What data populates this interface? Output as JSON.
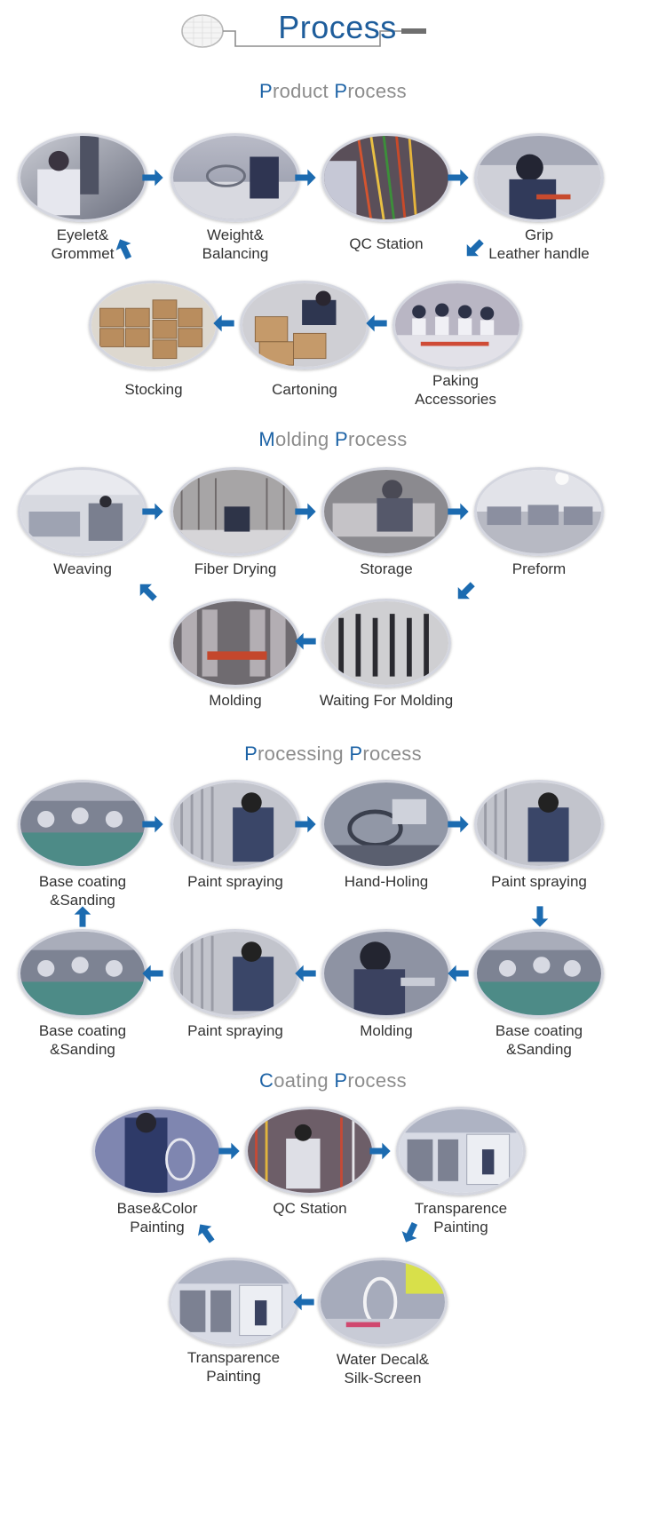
{
  "header": {
    "title": "Process"
  },
  "colors": {
    "accent": "#1d63a6",
    "title_gray": "#8c8c8c",
    "arrow_blue": "#1c6bb0",
    "frame_gray": "#d4d6df"
  },
  "sections": [
    {
      "title_parts": [
        "P",
        "roduct ",
        "P",
        "rocess"
      ],
      "steps": [
        {
          "line1": "Eyelet&",
          "line2": "Grommet"
        },
        {
          "line1": "Weight&",
          "line2": "Balancing"
        },
        {
          "line1": "QC Station",
          "line2": ""
        },
        {
          "line1": "Grip",
          "line2": "Leather handle"
        },
        {
          "line1": "Paking",
          "line2": "Accessories"
        },
        {
          "line1": "Cartoning",
          "line2": ""
        },
        {
          "line1": "Stocking",
          "line2": ""
        }
      ]
    },
    {
      "title_parts": [
        "M",
        "olding ",
        "P",
        "rocess"
      ],
      "steps": [
        {
          "line1": "Weaving",
          "line2": ""
        },
        {
          "line1": "Fiber Drying",
          "line2": ""
        },
        {
          "line1": "Storage",
          "line2": ""
        },
        {
          "line1": "Preform",
          "line2": ""
        },
        {
          "line1": "Waiting For Molding",
          "line2": ""
        },
        {
          "line1": "Molding",
          "line2": ""
        }
      ]
    },
    {
      "title_parts": [
        "P",
        "rocessing ",
        "P",
        "rocess"
      ],
      "steps": [
        {
          "line1": "Base coating",
          "line2": "&Sanding"
        },
        {
          "line1": "Paint spraying",
          "line2": ""
        },
        {
          "line1": "Hand-Holing",
          "line2": ""
        },
        {
          "line1": "Paint spraying",
          "line2": ""
        },
        {
          "line1": "Base coating",
          "line2": "&Sanding"
        },
        {
          "line1": "Molding",
          "line2": ""
        },
        {
          "line1": "Paint spraying",
          "line2": ""
        },
        {
          "line1": "Base coating",
          "line2": "&Sanding"
        }
      ]
    },
    {
      "title_parts": [
        "C",
        "oating ",
        "P",
        "rocess"
      ],
      "steps": [
        {
          "line1": "Base&Color",
          "line2": "Painting"
        },
        {
          "line1": "QC Station",
          "line2": ""
        },
        {
          "line1": "Transparence",
          "line2": "Painting"
        },
        {
          "line1": "Water Decal&",
          "line2": "Silk-Screen"
        },
        {
          "line1": "Transparence",
          "line2": "Painting"
        }
      ]
    }
  ]
}
